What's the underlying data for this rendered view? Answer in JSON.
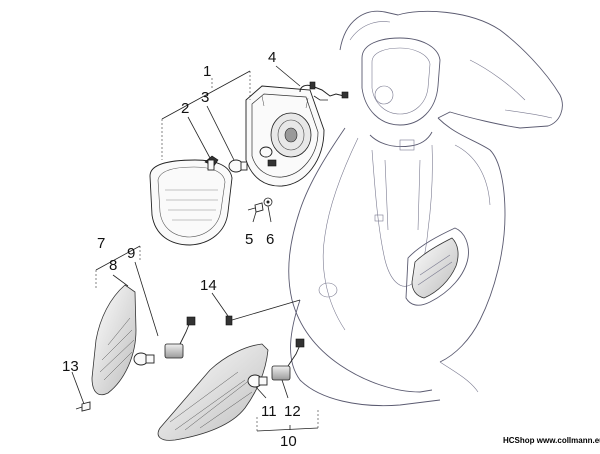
{
  "callouts": [
    "1",
    "2",
    "3",
    "4",
    "5",
    "6",
    "7",
    "8",
    "9",
    "10",
    "11",
    "12",
    "13",
    "14"
  ],
  "footer": "HCShop www.collmann.eu"
}
